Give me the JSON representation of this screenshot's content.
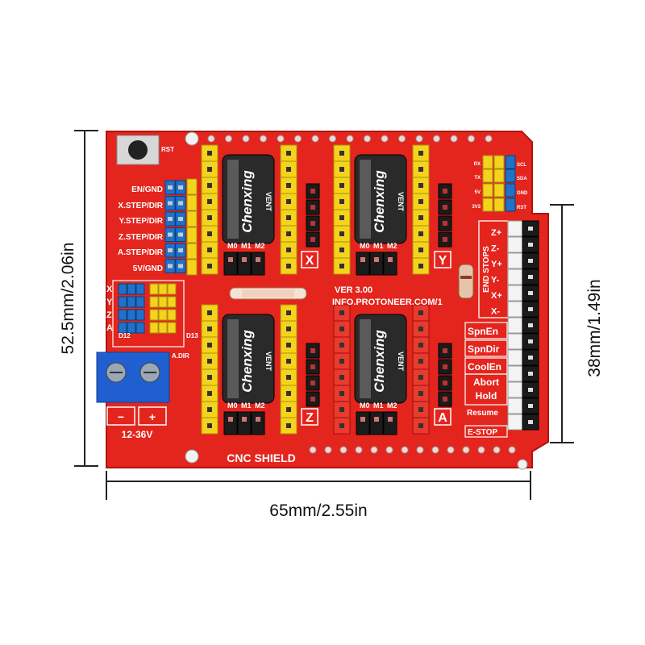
{
  "dimensions": {
    "height": "52.5mm/2.06in",
    "width": "65mm/2.55in",
    "header_span": "38mm/1.49in"
  },
  "board": {
    "name": "CNC SHIELD",
    "version": "VER 3.00",
    "url": "INFO.PROTONEER.COM/1",
    "reset_label": "RST",
    "power_label": "12-36V",
    "minus": "−",
    "plus": "+",
    "left_labels": [
      "EN/GND",
      "X.STEP/DIR",
      "Y.STEP/DIR",
      "Z.STEP/DIR",
      "A.STEP/DIR",
      "5V/GND"
    ],
    "axis_clone_labels": [
      "X",
      "Y",
      "Z",
      "A"
    ],
    "d12": "D12",
    "d13": "D13",
    "a_dir": "A.DIR",
    "driver_axes": [
      "X",
      "Y",
      "Z",
      "A"
    ],
    "microstep_labels": [
      "M0",
      "M1",
      "M2"
    ],
    "capacitor_brand": "Chenxing",
    "capacitor_vent": "VENT",
    "i2c_labels": [
      "SCL",
      "SDA",
      "GND",
      "RST"
    ],
    "serial_labels": [
      "RX",
      "TX",
      "5V",
      "3V3"
    ],
    "end_stops_title": "END STOPS",
    "end_stops": [
      "Z+",
      "Z-",
      "Y+",
      "Y-",
      "X+",
      "X-"
    ],
    "spindle": [
      "SpnEn",
      "SpnDir",
      "CoolEn"
    ],
    "abort": [
      "Abort",
      "Hold"
    ],
    "resume": "Resume",
    "estop": "E-STOP"
  },
  "colors": {
    "pcb": "#e4251d",
    "header_yellow": "#f5d31c",
    "header_black": "#1b1b1b",
    "jumper_blue": "#1e72c9",
    "terminal_blue": "#1f5fd0",
    "capacitor": "#2a2a2a"
  }
}
